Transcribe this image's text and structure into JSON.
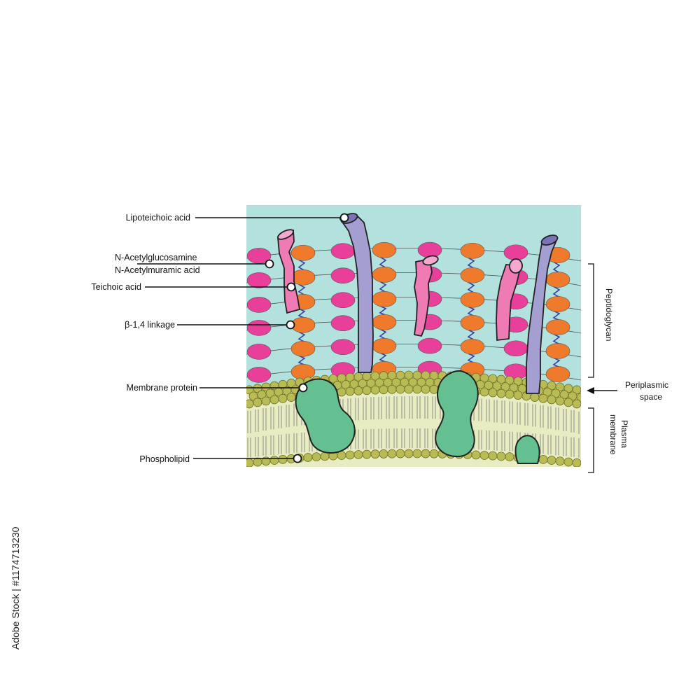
{
  "labels": {
    "lipoteichoic_acid": "Lipoteichoic acid",
    "nag": "N-Acetylglucosamine",
    "nam": "N-Acetylmuramic acid",
    "teichoic_acid": "Teichoic acid",
    "beta_linkage": "β-1,4 linkage",
    "membrane_protein": "Membrane protein",
    "phospholipid": "Phospholipid",
    "peptidoglycan": "Peptidoglycan",
    "periplasmic_line1": "Periplasmic",
    "periplasmic_line2": "space",
    "plasma_line1": "Plasma",
    "plasma_line2": "membrane"
  },
  "watermark": "Adobe Stock | #1174713230",
  "colors": {
    "background_panel": "#b3e2de",
    "membrane_band": "#e7ecc3",
    "lipid_head": "#b9bb55",
    "protein": "#64bf91",
    "nag_sugar": "#f07a2c",
    "nam_sugar": "#e8409a",
    "teichoic_acid": "#ee7bb4",
    "lipoteichoic_acid": "#a49ed1",
    "peptide_bridge": "#3a3fa0"
  }
}
